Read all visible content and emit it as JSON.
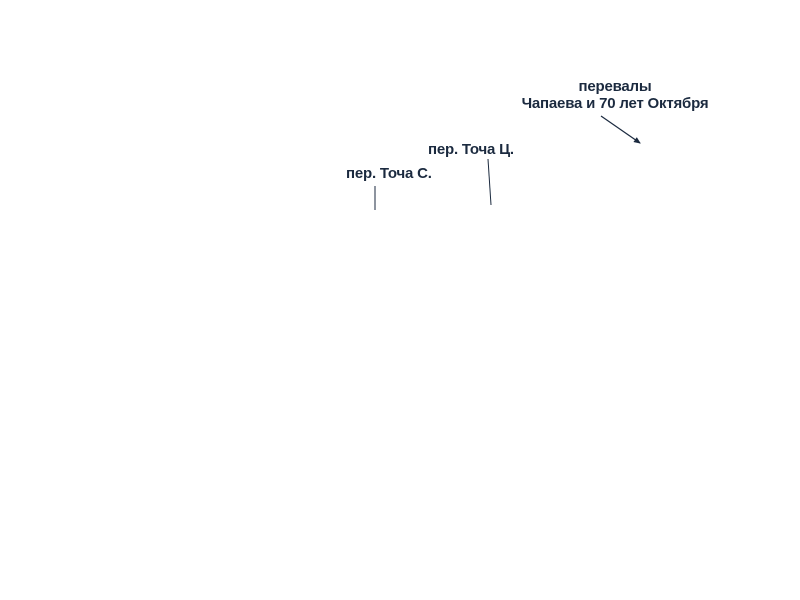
{
  "map": {
    "labels": {
      "passes_line1": "перевалы",
      "passes_line2": "Чапаева и 70 лет Октября",
      "tocha_ts": "пер. Точа Ц.",
      "tocha_s": "пер. Точа С."
    },
    "colors": {
      "background": "#ffffff",
      "label_text": "#1b2a3f",
      "leader_line": "#1b2a3f"
    }
  }
}
